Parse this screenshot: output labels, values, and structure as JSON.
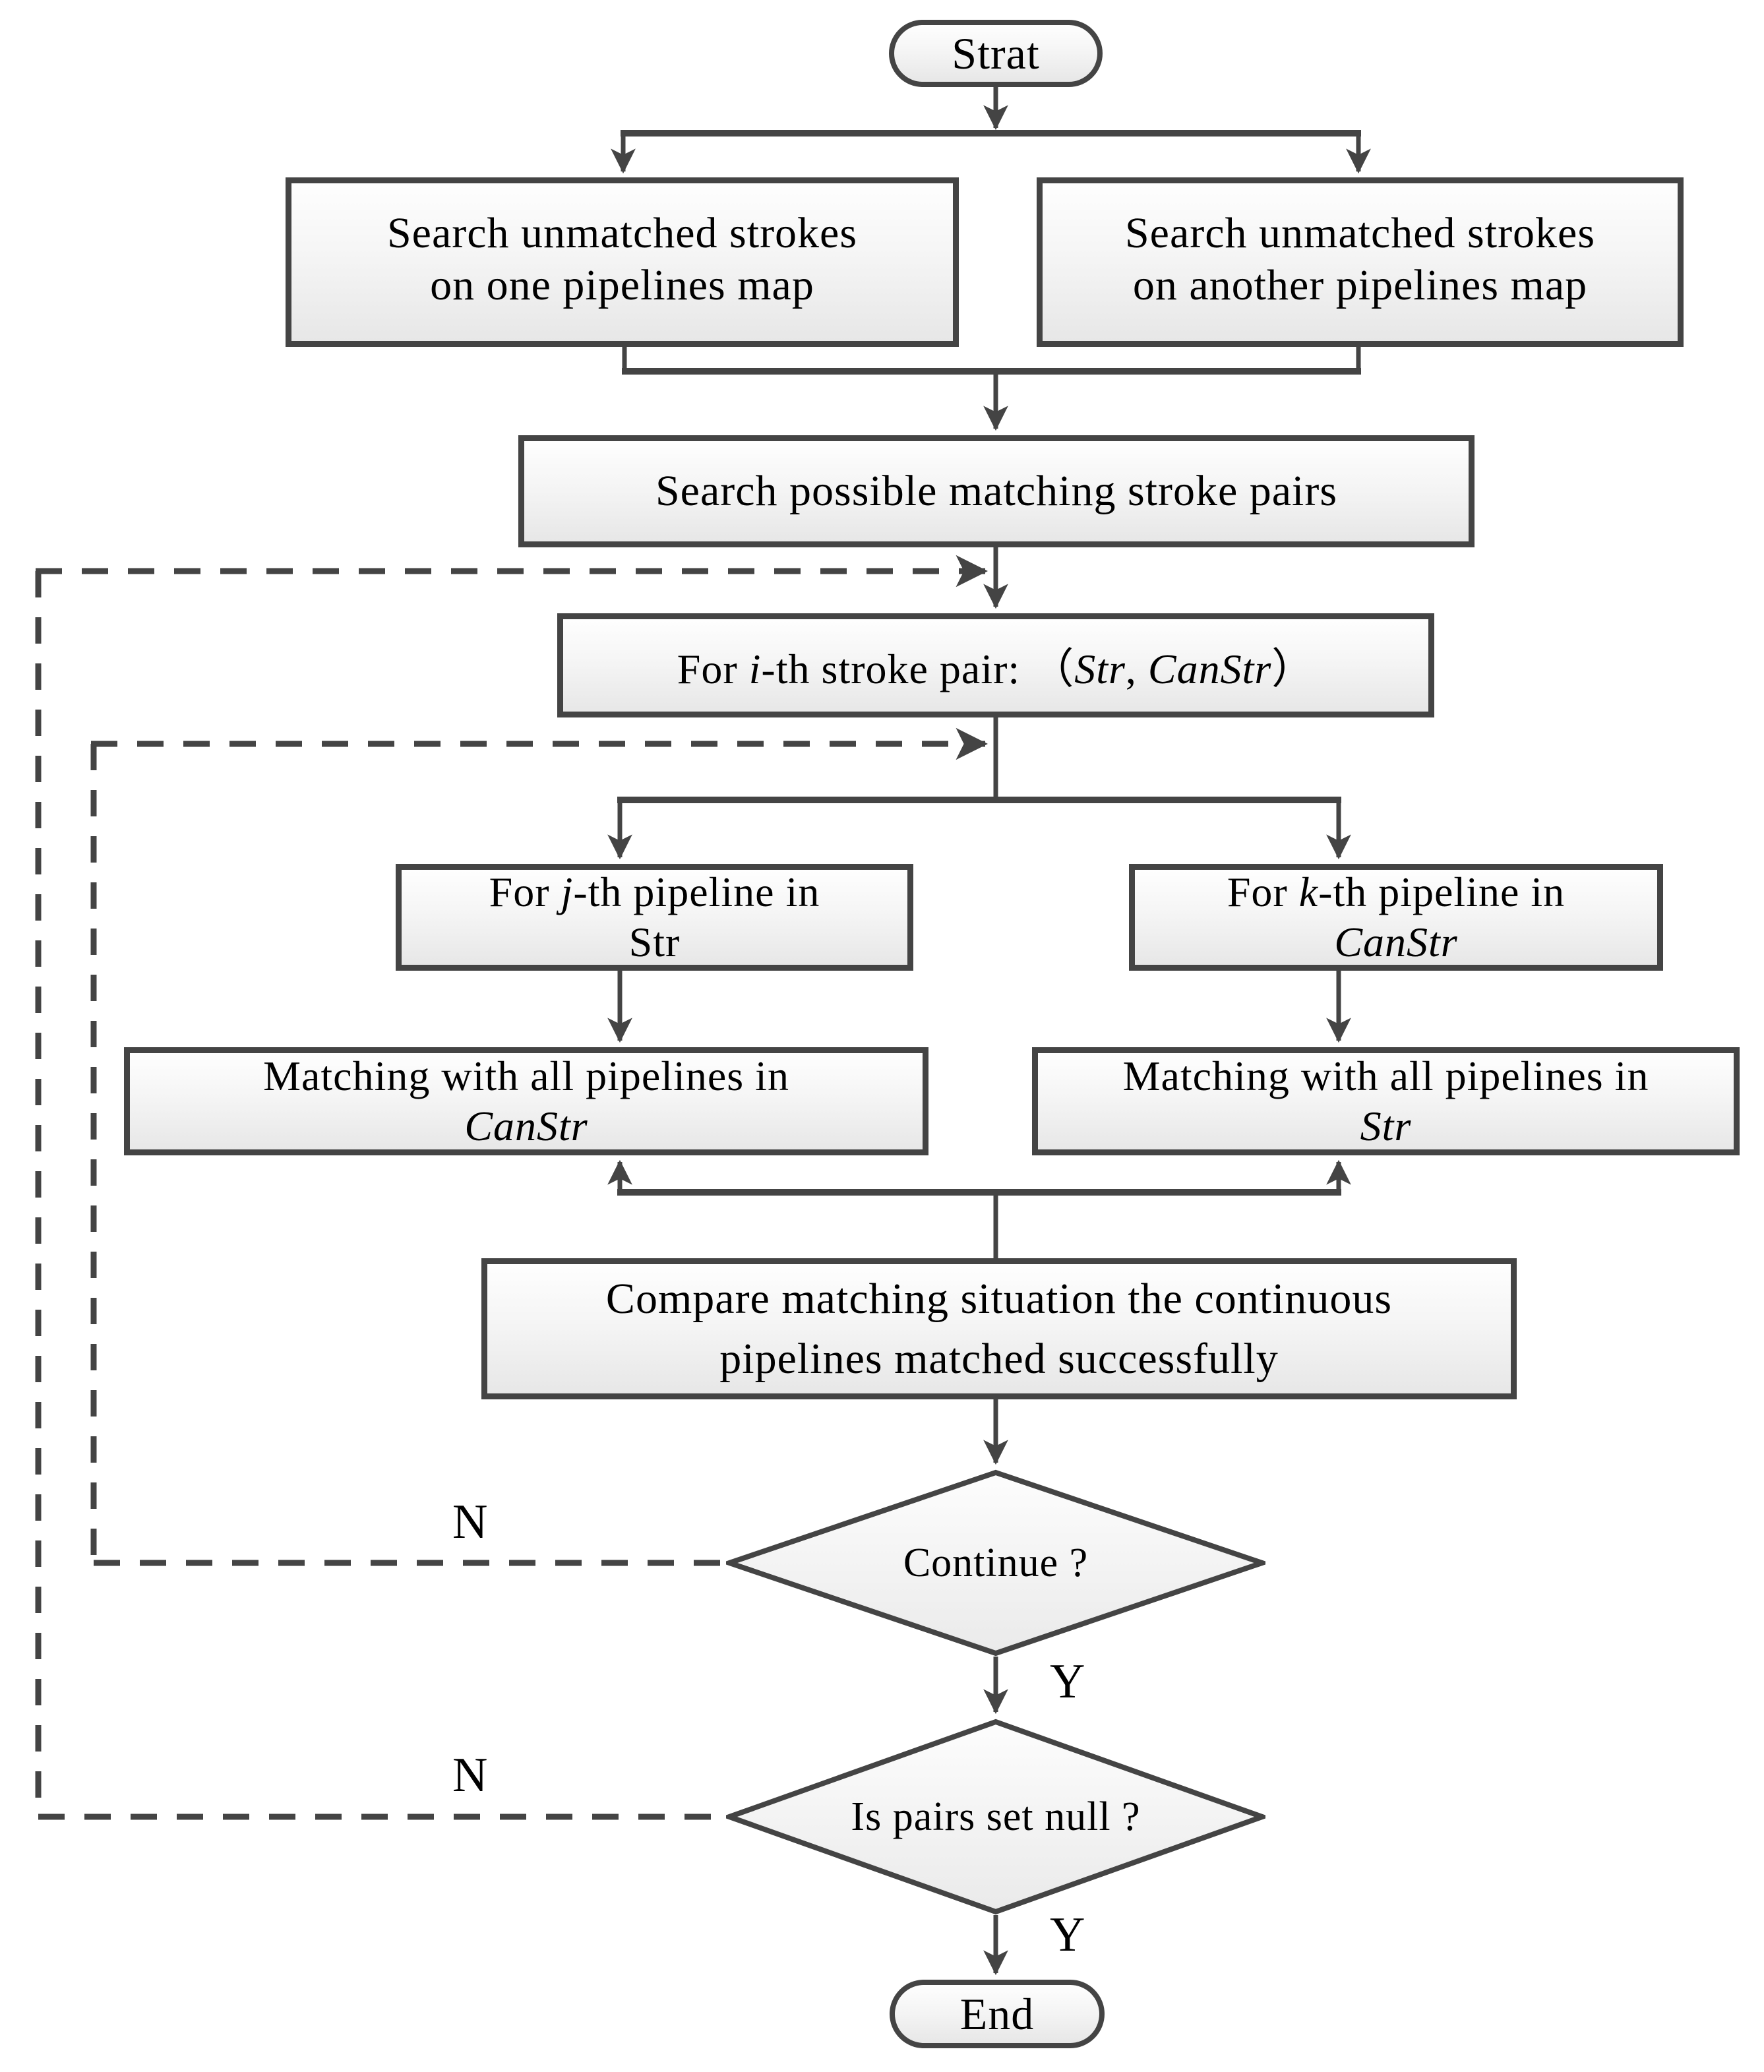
{
  "diagram": {
    "type": "flowchart",
    "background": "#ffffff",
    "line_color": "#444444",
    "node_fill_top": "#fefefe",
    "node_fill_bottom": "#e7e7e7",
    "nodes": {
      "start": {
        "shape": "terminator",
        "label": "Strat"
      },
      "search_one_map": {
        "shape": "process",
        "lines": [
          "Search unmatched strokes",
          "on one pipelines map"
        ]
      },
      "search_another_map": {
        "shape": "process",
        "lines": [
          "Search unmatched strokes",
          "on another pipelines map"
        ]
      },
      "search_pairs": {
        "shape": "process",
        "label": "Search possible matching stroke pairs"
      },
      "ith_stroke_pair": {
        "shape": "process",
        "rich": [
          {
            "t": "For "
          },
          {
            "t": "i",
            "i": true
          },
          {
            "t": "-th stroke pair: "
          },
          {
            "t": "（"
          },
          {
            "t": "Str",
            "i": true
          },
          {
            "t": ", "
          },
          {
            "t": "CanStr",
            "i": true
          },
          {
            "t": "）"
          }
        ]
      },
      "for_jth_pipeline": {
        "shape": "process",
        "rich_line1": [
          {
            "t": "For "
          },
          {
            "t": "j",
            "i": true
          },
          {
            "t": "-th pipeline in"
          }
        ],
        "rich_line2": [
          {
            "t": "Str"
          }
        ]
      },
      "for_kth_pipeline": {
        "shape": "process",
        "rich_line1": [
          {
            "t": "For "
          },
          {
            "t": "k",
            "i": true
          },
          {
            "t": "-th pipeline in"
          }
        ],
        "rich_line2": [
          {
            "t": "CanStr",
            "i": true
          }
        ]
      },
      "match_all_canstr": {
        "shape": "process",
        "rich_line1": [
          {
            "t": "Matching with all pipelines in"
          }
        ],
        "rich_line2": [
          {
            "t": "CanStr",
            "i": true
          }
        ]
      },
      "match_all_str": {
        "shape": "process",
        "rich_line1": [
          {
            "t": "Matching with all pipelines in"
          }
        ],
        "rich_line2": [
          {
            "t": "Str",
            "i": true
          }
        ]
      },
      "compare": {
        "shape": "process",
        "lines": [
          "Compare matching situation the continuous",
          "pipelines matched successfully"
        ]
      },
      "continue_decision": {
        "shape": "decision",
        "label": "Continue ?"
      },
      "pairs_null_decision": {
        "shape": "decision",
        "label": "Is pairs set null ?"
      },
      "end": {
        "shape": "terminator",
        "label": "End"
      }
    },
    "edge_labels": {
      "continue_no": "N",
      "continue_yes": "Y",
      "pairs_null_no": "N",
      "pairs_null_yes": "Y"
    }
  }
}
